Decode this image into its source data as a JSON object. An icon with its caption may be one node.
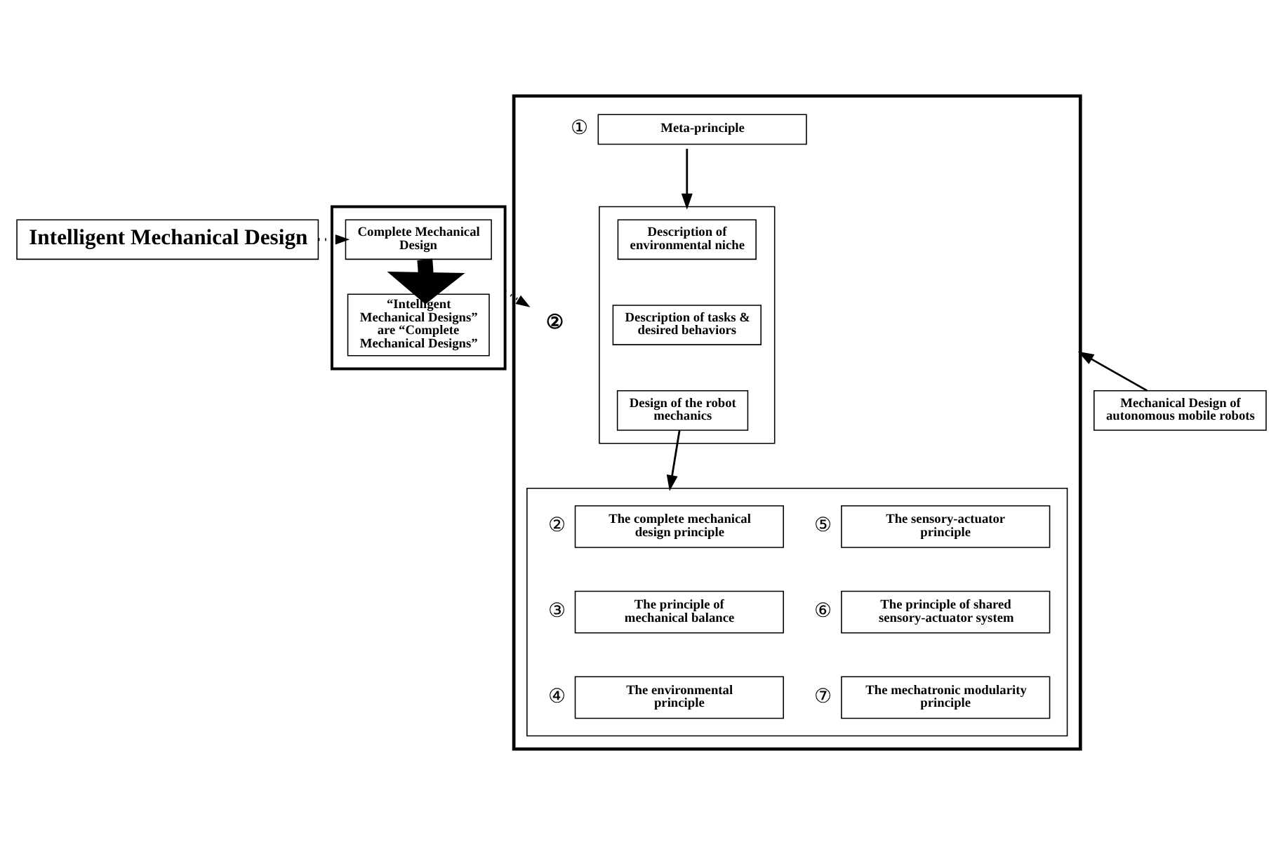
{
  "diagram": {
    "nodes": [
      {
        "text": [
          "Intelligent Mechanical Design"
        ]
      },
      {
        "text": [],
        "shape": "box"
      },
      {
        "text": [
          "Complete Mechanical Design"
        ],
        "in": 1
      },
      {
        "text": [
          "“Intelligent Mechanical Designs” are “Complete Mechanical Designs”"
        ],
        "in": 1
      },
      {
        "text": [],
        "shape": "box"
      },
      {
        "text": [
          "Meta-principle"
        ],
        "in": 4,
        "beside": [
          "①"
        ]
      },
      {
        "text": [],
        "shape": "box",
        "in": 4
      },
      {
        "text": [
          "Description of environmental niche"
        ],
        "in": 6
      },
      {
        "text": [
          "Description of tasks & desired behaviors"
        ],
        "in": 6
      },
      {
        "text": [
          "Design of the robot mechanics"
        ],
        "in": 6
      },
      {
        "text": [
          "②"
        ],
        "in": 4
      },
      {
        "text": [],
        "shape": "box",
        "in": 4
      },
      {
        "text": [
          "The complete mechanical design principle"
        ],
        "in": 11,
        "beside": [
          "②"
        ]
      },
      {
        "text": [
          "The principle of mechanical balance"
        ],
        "in": 11,
        "beside": [
          "③"
        ]
      },
      {
        "text": [
          "The environmental principle"
        ],
        "in": 11,
        "beside": [
          "④"
        ]
      },
      {
        "text": [
          "The sensory-actuator principle"
        ],
        "in": 11,
        "beside": [
          "⑤"
        ]
      },
      {
        "text": [
          "The principle of shared sensory-actuator system"
        ],
        "in": 11,
        "beside": [
          "⑥"
        ]
      },
      {
        "text": [
          "The mechatronic modularity principle"
        ],
        "in": 11,
        "beside": [
          "⑦"
        ]
      },
      {
        "text": [
          "Mechanical Design of autonomous mobile robots"
        ]
      }
    ],
    "edges": [
      {
        "from": 0,
        "to": 2,
        "arrow": "to",
        "style": "dashed"
      },
      {
        "from": 2,
        "to": 3,
        "arrow": "to",
        "style": "thick"
      },
      {
        "from": 5,
        "to": 6,
        "arrow": "to"
      },
      {
        "from": 9,
        "to": 11,
        "arrow": "to"
      },
      {
        "from": 1,
        "to": 10,
        "arrow": "to",
        "style": "dashed"
      },
      {
        "from": 18,
        "to": 4,
        "arrow": "to"
      }
    ]
  }
}
